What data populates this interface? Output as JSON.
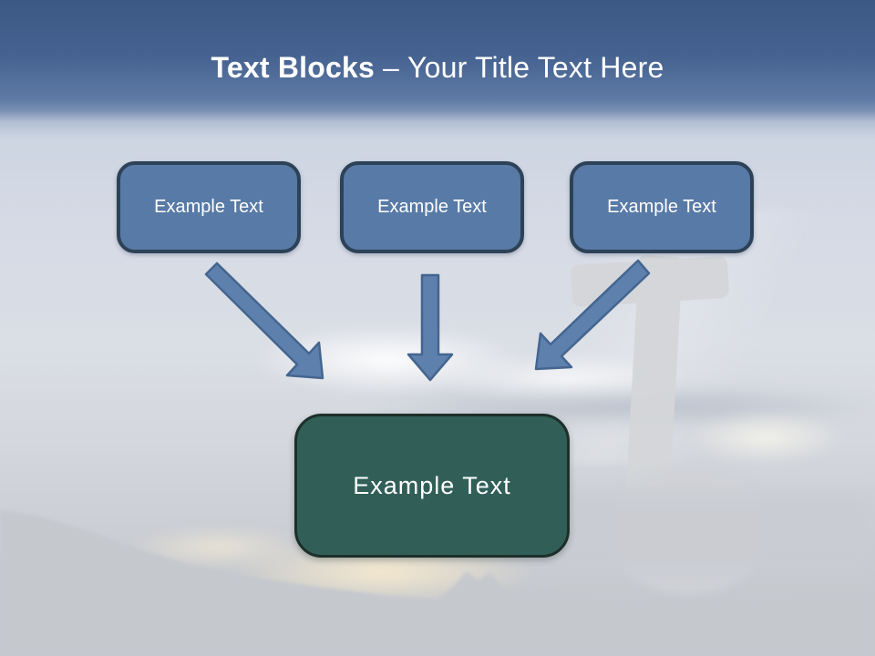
{
  "header": {
    "title_bold": "Text Blocks",
    "title_separator": "–",
    "title_regular": "Your Title Text Here"
  },
  "diagram": {
    "source_blocks": [
      {
        "label": "Example Text"
      },
      {
        "label": "Example Text"
      },
      {
        "label": "Example Text"
      }
    ],
    "result_block": {
      "label": "Example Text"
    },
    "arrows": [
      {
        "name": "arrow-left-diagonal",
        "direction": "down-right"
      },
      {
        "name": "arrow-middle",
        "direction": "down"
      },
      {
        "name": "arrow-right-diagonal",
        "direction": "down-left"
      }
    ]
  },
  "colors": {
    "header_gradient_top": "#3c5885",
    "header_gradient_bottom": "#7b90b3",
    "block_fill": "#587aa6",
    "block_border": "#2d4257",
    "arrow_fill": "#5d80ad",
    "arrow_outline": "#44658f",
    "result_fill": "#315f58",
    "result_border": "#1d2f2a",
    "title_text": "#ffffff",
    "block_text": "#ffffff"
  }
}
